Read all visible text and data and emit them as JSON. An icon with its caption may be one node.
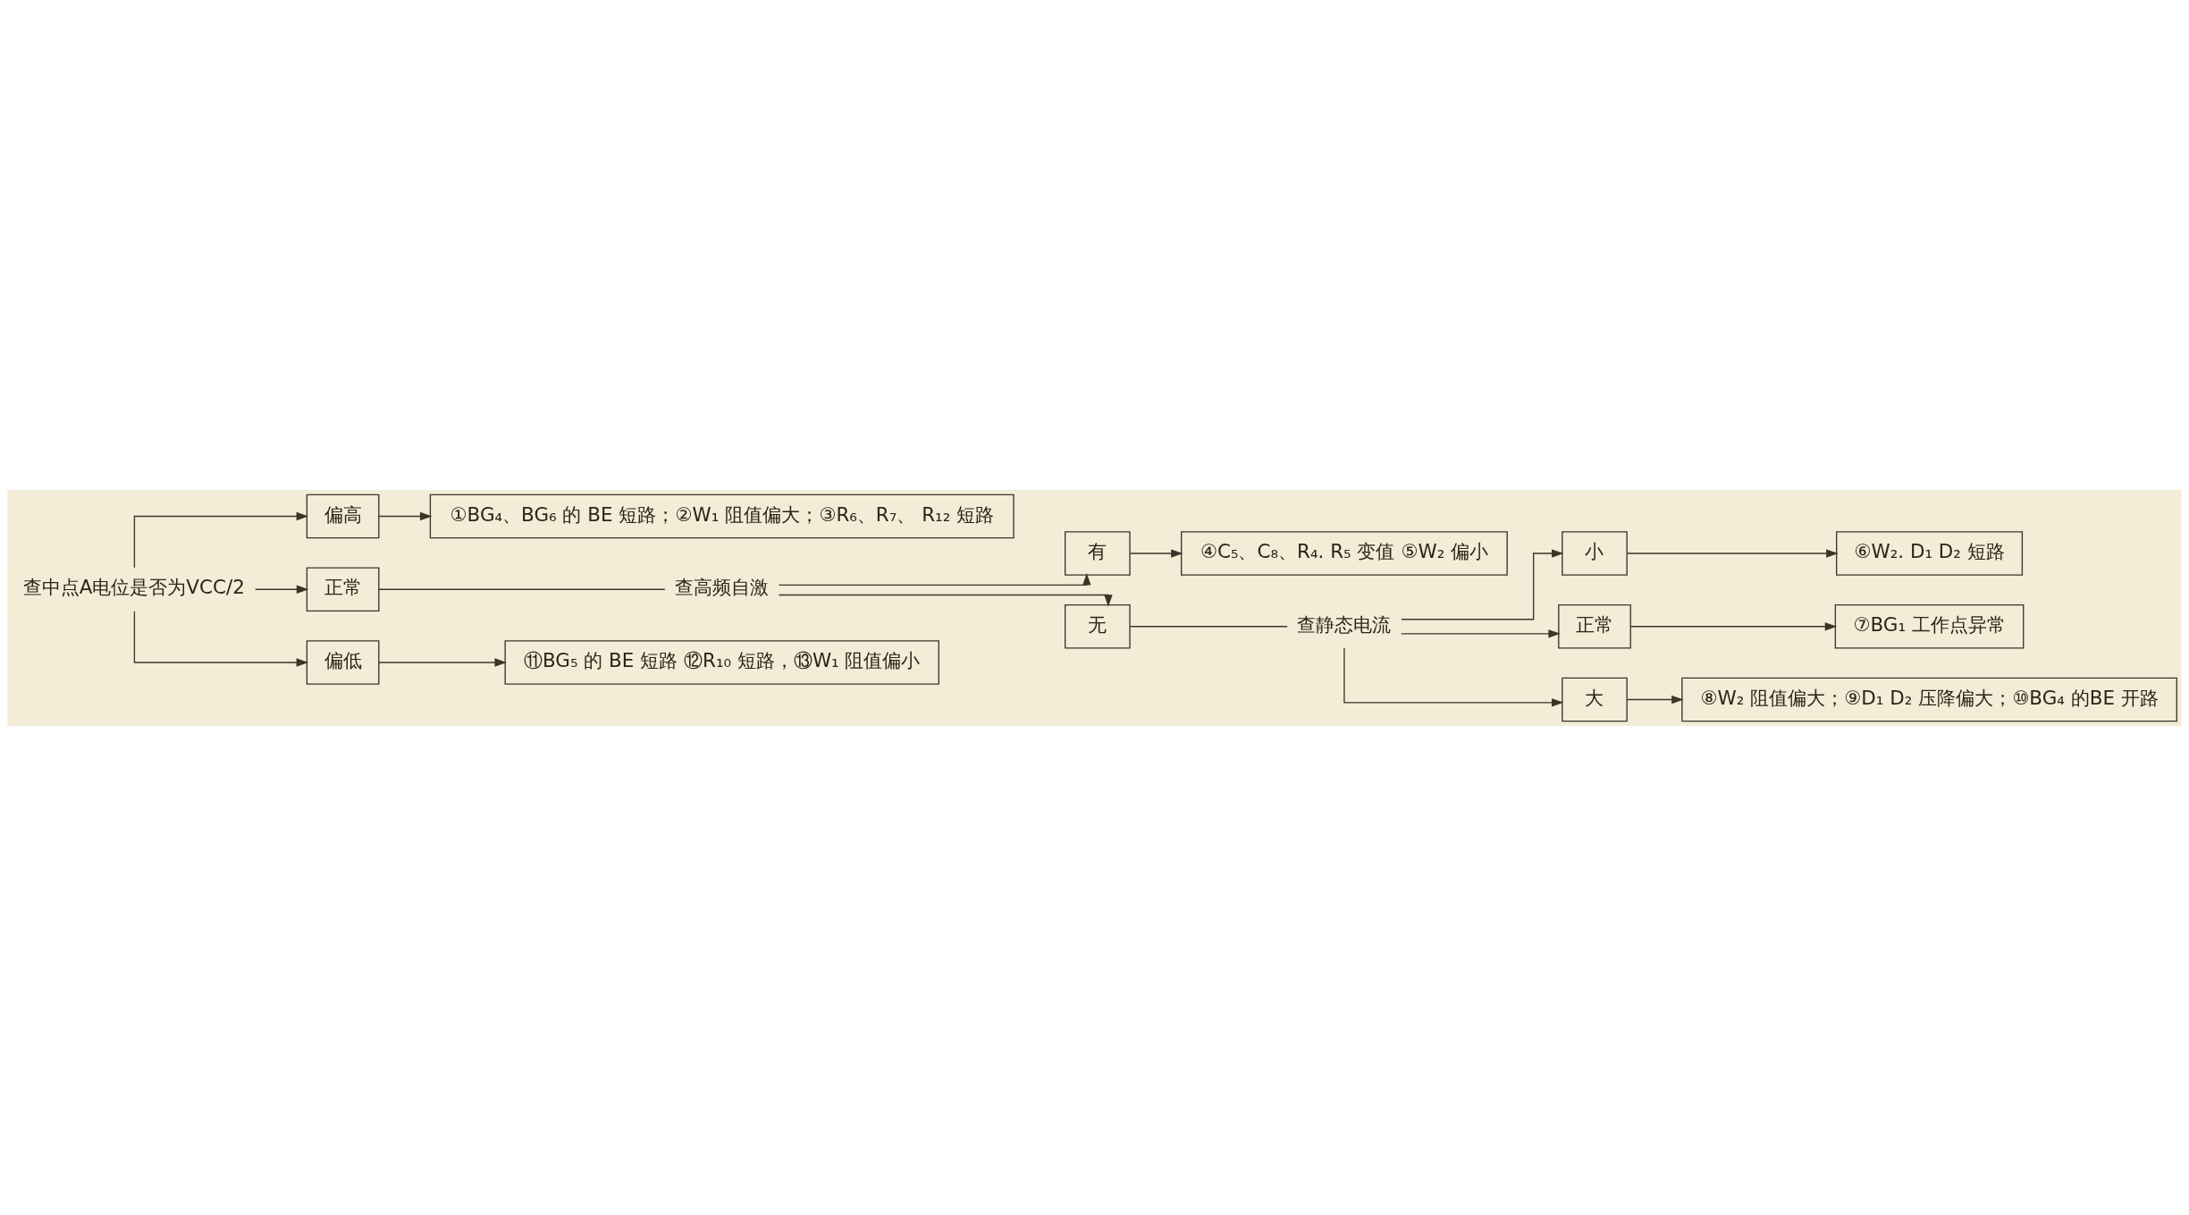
{
  "diagram": {
    "nodes": [
      {
        "text": [
          "查中点A电位是否为VCC/2"
        ]
      },
      {
        "text": [
          "偏高"
        ]
      },
      {
        "text": [
          "①BG₄、BG₆ 的 BE 短路；②W₁ 阻值偏大；③R₆、R₇、 R₁₂ 短路"
        ]
      },
      {
        "text": [
          "正常"
        ]
      },
      {
        "text": [
          "查高频自激"
        ]
      },
      {
        "text": [
          "有"
        ]
      },
      {
        "text": [
          "④C₅、C₈、R₄. R₅ 变值 ⑤W₂ 偏小"
        ]
      },
      {
        "text": [
          "无"
        ]
      },
      {
        "text": [
          "查静态电流"
        ]
      },
      {
        "text": [
          "小"
        ]
      },
      {
        "text": [
          "⑥W₂. D₁ D₂ 短路"
        ]
      },
      {
        "text": [
          "正常"
        ]
      },
      {
        "text": [
          "⑦BG₁ 工作点异常"
        ]
      },
      {
        "text": [
          "大"
        ]
      },
      {
        "text": [
          "⑧W₂ 阻值偏大；⑨D₁ D₂ 压降偏大；⑩BG₄ 的BE 开路"
        ]
      },
      {
        "text": [
          "偏低"
        ]
      },
      {
        "text": [
          "⑪BG₅ 的 BE 短路 ⑫R₁₀ 短路，⑬W₁ 阻值偏小"
        ]
      }
    ],
    "edges": [
      {
        "from": 0,
        "to": 1,
        "arrow": "to"
      },
      {
        "from": 0,
        "to": 3,
        "arrow": "to"
      },
      {
        "from": 0,
        "to": 15,
        "arrow": "to"
      },
      {
        "from": 1,
        "to": 2,
        "arrow": "to"
      },
      {
        "from": 3,
        "to": 4,
        "arrow": "none"
      },
      {
        "from": 4,
        "to": 5,
        "arrow": "to"
      },
      {
        "from": 4,
        "to": 7,
        "arrow": "to"
      },
      {
        "from": 5,
        "to": 6,
        "arrow": "to"
      },
      {
        "from": 7,
        "to": 8,
        "arrow": "none"
      },
      {
        "from": 8,
        "to": 9,
        "arrow": "to"
      },
      {
        "from": 8,
        "to": 11,
        "arrow": "to"
      },
      {
        "from": 8,
        "to": 13,
        "arrow": "to"
      },
      {
        "from": 9,
        "to": 10,
        "arrow": "to"
      },
      {
        "from": 11,
        "to": 12,
        "arrow": "to"
      },
      {
        "from": 13,
        "to": 14,
        "arrow": "to"
      },
      {
        "from": 15,
        "to": 16,
        "arrow": "to"
      }
    ]
  }
}
